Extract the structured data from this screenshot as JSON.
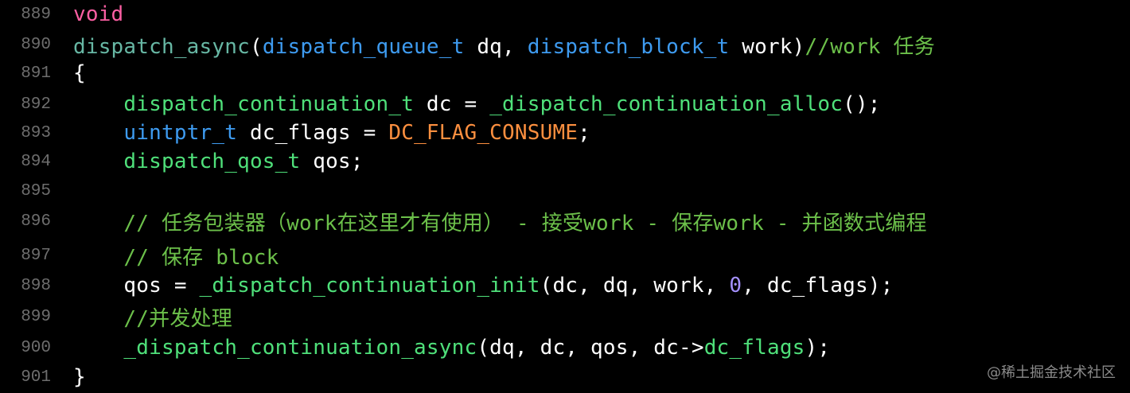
{
  "lines": [
    {
      "num": "889",
      "tokens": [
        {
          "t": "void",
          "c": "kw"
        }
      ]
    },
    {
      "num": "890",
      "tokens": [
        {
          "t": "dispatch_async",
          "c": "fn"
        },
        {
          "t": "(",
          "c": ""
        },
        {
          "t": "dispatch_queue_t",
          "c": "ty-blue"
        },
        {
          "t": " dq, ",
          "c": ""
        },
        {
          "t": "dispatch_block_t",
          "c": "ty-blue"
        },
        {
          "t": " work)",
          "c": ""
        },
        {
          "t": "//work 任务",
          "c": "cm"
        }
      ]
    },
    {
      "num": "891",
      "tokens": [
        {
          "t": "{",
          "c": ""
        }
      ]
    },
    {
      "num": "892",
      "tokens": [
        {
          "t": "    ",
          "c": ""
        },
        {
          "t": "dispatch_continuation_t",
          "c": "gr"
        },
        {
          "t": " dc = ",
          "c": ""
        },
        {
          "t": "_dispatch_continuation_alloc",
          "c": "gr"
        },
        {
          "t": "();",
          "c": ""
        }
      ]
    },
    {
      "num": "893",
      "tokens": [
        {
          "t": "    ",
          "c": ""
        },
        {
          "t": "uintptr_t",
          "c": "ty-blue"
        },
        {
          "t": " dc_flags = ",
          "c": ""
        },
        {
          "t": "DC_FLAG_CONSUME",
          "c": "mc"
        },
        {
          "t": ";",
          "c": ""
        }
      ]
    },
    {
      "num": "894",
      "tokens": [
        {
          "t": "    ",
          "c": ""
        },
        {
          "t": "dispatch_qos_t",
          "c": "gr"
        },
        {
          "t": " qos;",
          "c": ""
        }
      ]
    },
    {
      "num": "895",
      "tokens": []
    },
    {
      "num": "896",
      "tokens": [
        {
          "t": "    ",
          "c": ""
        },
        {
          "t": "// 任务包装器（work在这里才有使用） - 接受work - 保存work - 并函数式编程",
          "c": "cm"
        }
      ]
    },
    {
      "num": "897",
      "tokens": [
        {
          "t": "    ",
          "c": ""
        },
        {
          "t": "// 保存 block",
          "c": "cm"
        }
      ]
    },
    {
      "num": "898",
      "tokens": [
        {
          "t": "    qos = ",
          "c": ""
        },
        {
          "t": "_dispatch_continuation_init",
          "c": "gr"
        },
        {
          "t": "(dc, dq, work, ",
          "c": ""
        },
        {
          "t": "0",
          "c": "nm"
        },
        {
          "t": ", dc_flags);",
          "c": ""
        }
      ]
    },
    {
      "num": "899",
      "tokens": [
        {
          "t": "    ",
          "c": ""
        },
        {
          "t": "//并发处理",
          "c": "cm"
        }
      ]
    },
    {
      "num": "900",
      "tokens": [
        {
          "t": "    ",
          "c": ""
        },
        {
          "t": "_dispatch_continuation_async",
          "c": "gr"
        },
        {
          "t": "(dq, dc, qos, dc->",
          "c": ""
        },
        {
          "t": "dc_flags",
          "c": "gr"
        },
        {
          "t": ");",
          "c": ""
        }
      ]
    },
    {
      "num": "901",
      "tokens": [
        {
          "t": "}",
          "c": ""
        }
      ]
    }
  ],
  "watermark": "@稀土掘金技术社区",
  "colors": {
    "background": "#000000",
    "keyword": "#fc5fa3",
    "type": "#3e9bf0",
    "function": "#4fe07a",
    "comment": "#6cc04a",
    "macro": "#fd8f3f",
    "number": "#a591ff",
    "line_number": "#6d6d6d"
  }
}
